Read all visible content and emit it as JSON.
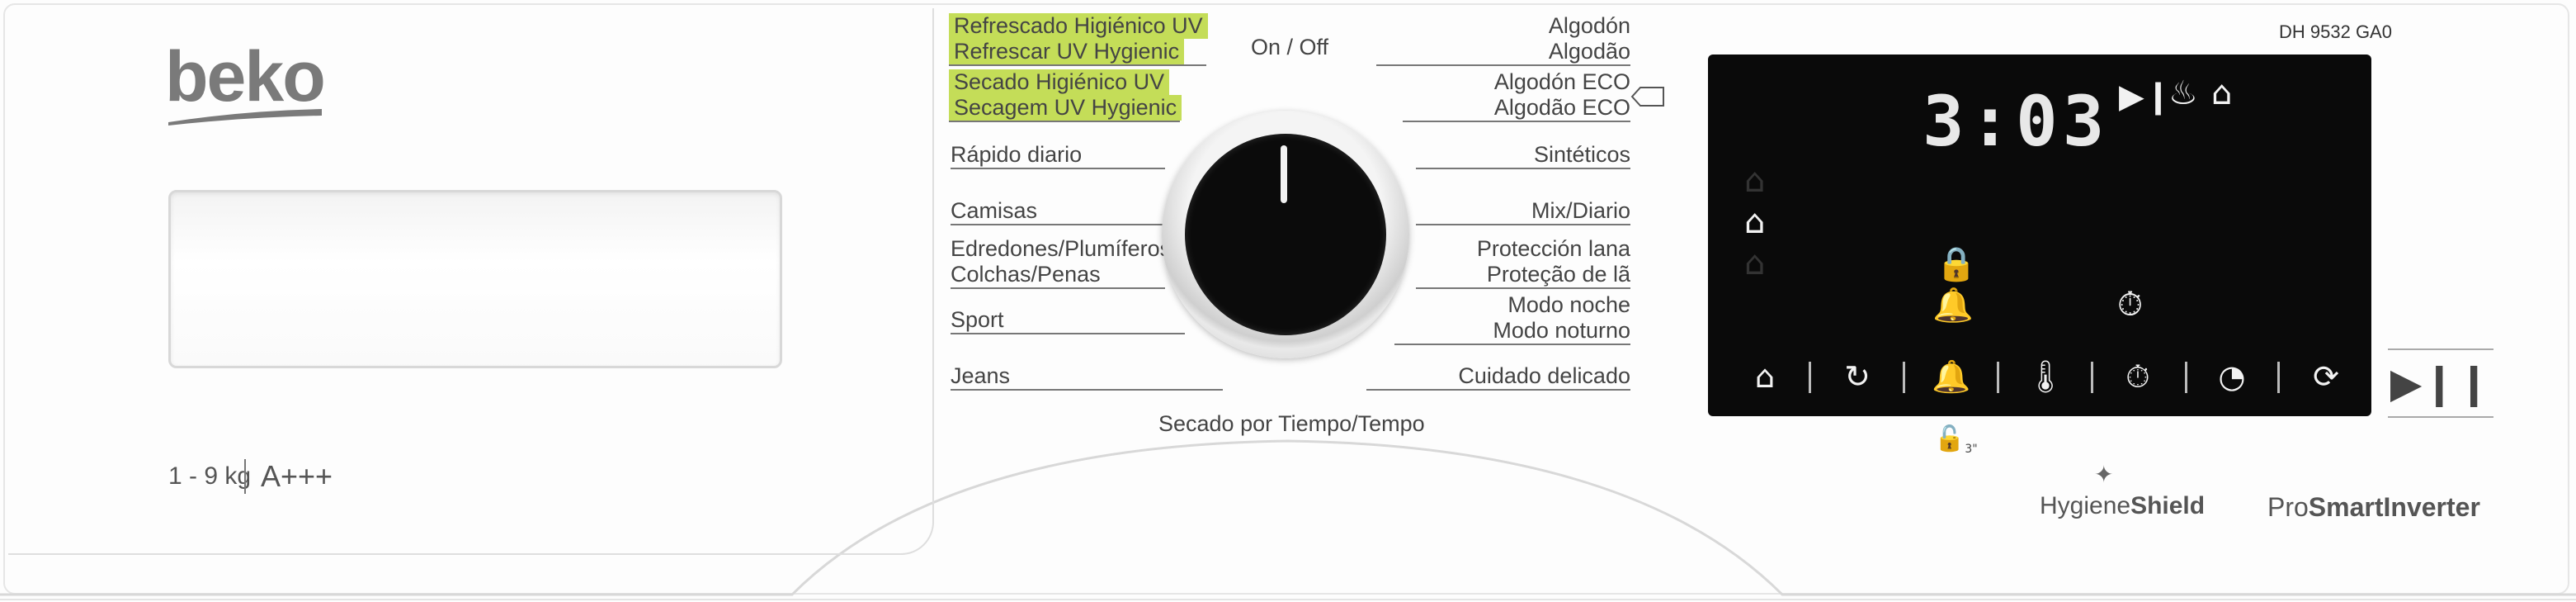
{
  "brand": {
    "name": "beko"
  },
  "model": "DH 9532 GA0",
  "capacity": "1 - 9 kg",
  "energy_class": "A+++",
  "programs": {
    "top_center": "On / Off",
    "bottom_center": "Secado por Tiempo/Tempo",
    "left": [
      {
        "line1": "Refrescado Higiénico UV",
        "line2": "Refrescar UV Hygienic",
        "highlight": true
      },
      {
        "line1": "Secado Higiénico UV",
        "line2": "Secagem UV Hygienic",
        "highlight": true
      },
      {
        "line1": "Rápido diario",
        "line2": "",
        "highlight": false
      },
      {
        "line1": "Camisas",
        "line2": "",
        "highlight": false
      },
      {
        "line1": "Edredones/Plumíferos",
        "line2": "Colchas/Penas",
        "highlight": false
      },
      {
        "line1": "Sport",
        "line2": "",
        "highlight": false
      },
      {
        "line1": "Jeans",
        "line2": "",
        "highlight": false
      }
    ],
    "right": [
      {
        "line1": "Algodón",
        "line2": "Algodão"
      },
      {
        "line1": "Algodón ECO",
        "line2": "Algodão ECO"
      },
      {
        "line1": "Sintéticos",
        "line2": ""
      },
      {
        "line1": "Mix/Diario",
        "line2": ""
      },
      {
        "line1": "Protección lana",
        "line2": "Proteção de lã"
      },
      {
        "line1": "Modo noche",
        "line2": "Modo noturno"
      },
      {
        "line1": "Cuidado delicado",
        "line2": ""
      }
    ]
  },
  "display": {
    "time": "3:03",
    "status_icons": [
      "play-pause-icon",
      "steam-icon",
      "iron-icon"
    ],
    "buttons": [
      "hanger-icon",
      "anti-crease-icon",
      "bell-icon",
      "thermometer-icon",
      "timer-icon",
      "delay-timer-icon",
      "refresh-icon"
    ]
  },
  "start_stop": "▶❙❙",
  "child_lock": {
    "label": "3\""
  },
  "badges": {
    "hygiene_prefix": "Hygiene",
    "hygiene_suffix": "Shield",
    "pro_prefix": "Pro",
    "pro_suffix": "SmartInverter"
  },
  "colors": {
    "highlight": "#c4dd58",
    "display_bg": "#0a0a0a",
    "text": "#444444"
  }
}
